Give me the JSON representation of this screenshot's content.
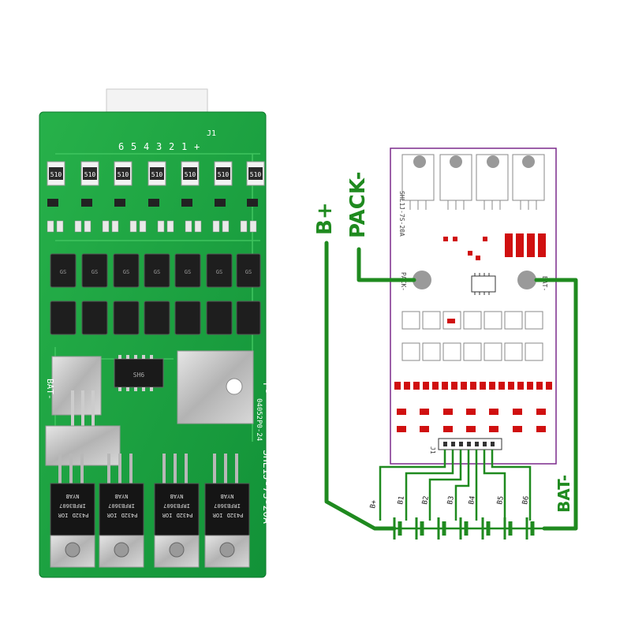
{
  "photo": {
    "connector_pins": [
      "6",
      "5",
      "4",
      "3",
      "2",
      "1",
      "+"
    ],
    "connector_label": "J1",
    "resistor_code": "510",
    "silk_bat": "BAT-",
    "silk_pack": "P-",
    "silk_model": "SHL1J-7S-20A",
    "silk_date": "04052P0-24",
    "mosfet_brand": "IOR",
    "mosfet_code": "P432D",
    "mosfet_part": "IRFB3607",
    "mosfet_marking": "NYAB",
    "ic_code": "SH6",
    "chip_code": "GS"
  },
  "schematic": {
    "label_bplus": "B+",
    "label_pack": "PACK-",
    "label_bat": "BAT-",
    "pad_pack": "PACK-",
    "pad_bat": "BAT-",
    "board_model": "SHL1J-7S-20A",
    "connector": "J1",
    "taps": [
      "B+",
      "B1",
      "B2",
      "B3",
      "B4",
      "B5",
      "B6"
    ],
    "colors": {
      "trace": "#1f8a1f",
      "outline": "#7b2a8c",
      "red": "#d01010"
    }
  }
}
